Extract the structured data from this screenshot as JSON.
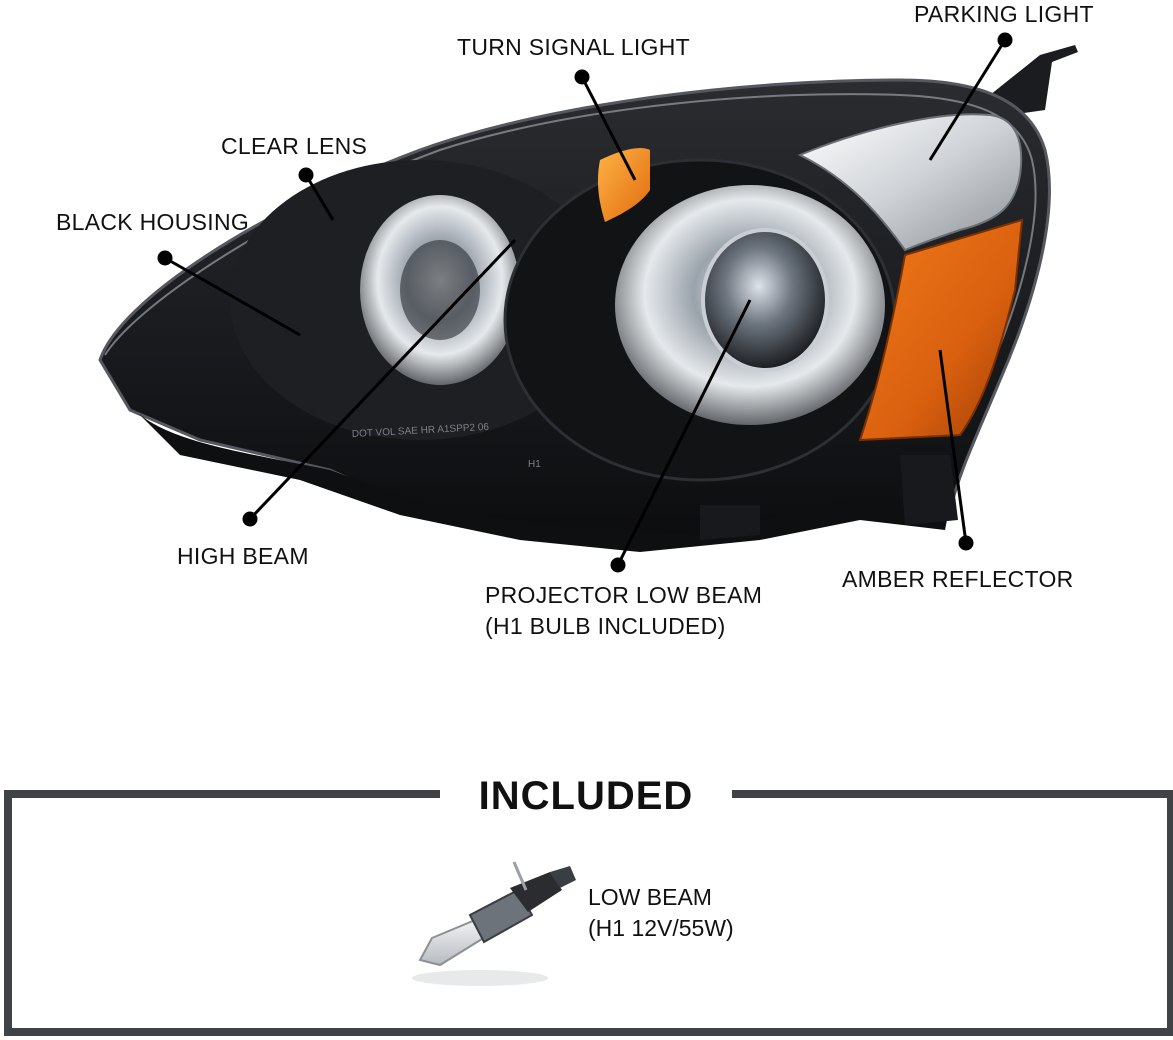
{
  "callouts": {
    "parking_light": "PARKING LIGHT",
    "turn_signal_light": "TURN SIGNAL LIGHT",
    "clear_lens": "CLEAR LENS",
    "black_housing": "BLACK HOUSING",
    "high_beam": "HIGH BEAM",
    "projector_low_beam_line1": "PROJECTOR LOW BEAM",
    "projector_low_beam_line2": "(H1 BULB INCLUDED)",
    "amber_reflector": "AMBER REFLECTOR"
  },
  "included": {
    "title": "INCLUDED",
    "item_line1": "LOW BEAM",
    "item_line2": "(H1 12V/55W)"
  },
  "product_markings": {
    "line1": "DOT VOL SAE HR A1SPP2 06",
    "line2": "H1"
  },
  "colors": {
    "housing": "#141517",
    "amber": "#d9600f",
    "turn_signal": "#f08a12",
    "frame": "#3f4346"
  }
}
